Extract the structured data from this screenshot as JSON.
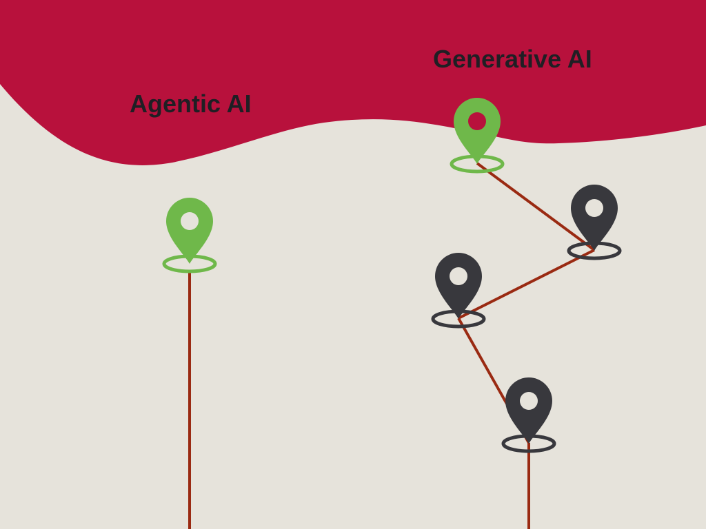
{
  "labels": {
    "agentic": "Agentic AI",
    "generative": "Generative AI"
  },
  "colors": {
    "background": "#e6e3db",
    "banner": "#b8113c",
    "route": "#9a2a12",
    "pin_green": "#6fb84a",
    "pin_dark": "#38383d"
  },
  "icons": {
    "destination_pin": "map-pin-icon",
    "waypoint_pin": "map-pin-icon"
  },
  "paths": {
    "agentic": {
      "pins": [
        "green"
      ],
      "route": "straight"
    },
    "generative": {
      "pins": [
        "green",
        "dark",
        "dark",
        "dark"
      ],
      "route": "zigzag"
    }
  }
}
